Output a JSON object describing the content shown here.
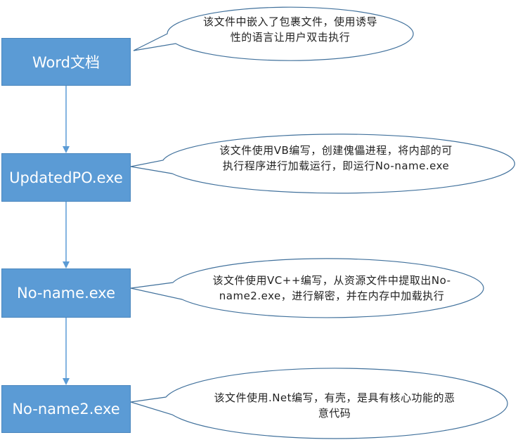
{
  "nodes": [
    {
      "label": "Word文档"
    },
    {
      "label": "UpdatedPO.exe"
    },
    {
      "label": "No-name.exe"
    },
    {
      "label": "No-name2.exe"
    }
  ],
  "callouts": [
    {
      "line1": "该文件中嵌入了包裹文件，使用诱导",
      "line2": "性的语言让用户双击执行"
    },
    {
      "line1": "该文件使用VB编写，创建傀儡进程，将内部的可",
      "line2": "执行程序进行加载运行，即运行No-name.exe"
    },
    {
      "line1": "该文件使用VC++编写，从资源文件中提取出No-",
      "line2": "name2.exe，进行解密，并在内存中加载执行"
    },
    {
      "line1": "该文件使用.Net编写，有壳，是具有核心功能的恶",
      "line2": "意代码"
    }
  ],
  "colors": {
    "box_fill": "#5b9bd5",
    "connector": "#5b9bd5",
    "bubble_stroke": "#41719c"
  }
}
